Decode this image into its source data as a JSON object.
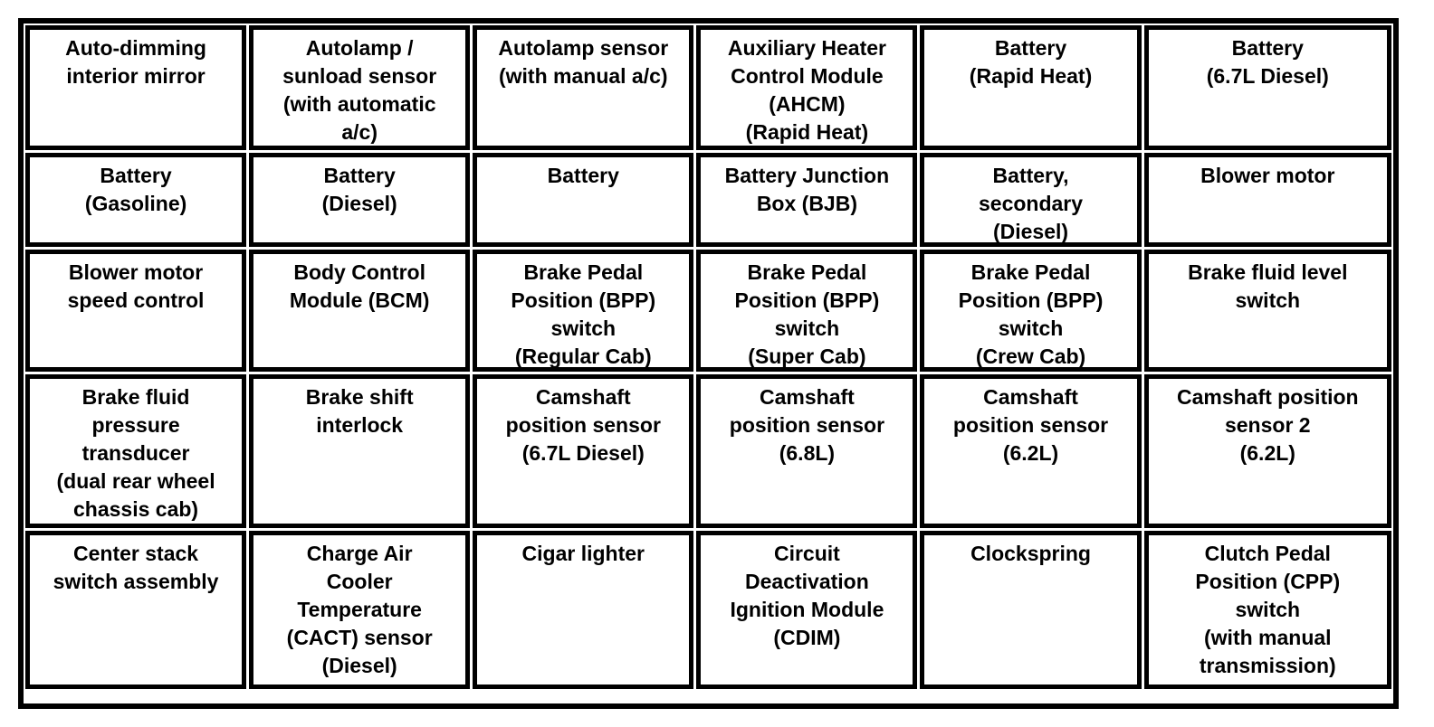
{
  "colors": {
    "background": "#ffffff",
    "border": "#000000",
    "text": "#000000"
  },
  "grid": {
    "columns": 6,
    "rows": [
      {
        "cells": [
          "Auto-dimming\ninterior mirror",
          "Autolamp /\nsunload sensor\n(with automatic\na/c)",
          "Autolamp sensor\n(with manual a/c)",
          "Auxiliary Heater\nControl Module\n(AHCM)\n(Rapid Heat)",
          "Battery\n(Rapid Heat)",
          "Battery\n(6.7L Diesel)"
        ]
      },
      {
        "cells": [
          "Battery\n(Gasoline)",
          "Battery\n(Diesel)",
          "Battery",
          "Battery Junction\nBox (BJB)",
          "Battery,\nsecondary\n(Diesel)",
          "Blower motor"
        ]
      },
      {
        "cells": [
          "Blower motor\nspeed control",
          "Body Control\nModule (BCM)",
          "Brake Pedal\nPosition (BPP)\nswitch\n(Regular Cab)",
          "Brake Pedal\nPosition (BPP)\nswitch\n(Super Cab)",
          "Brake Pedal\nPosition (BPP)\nswitch\n(Crew Cab)",
          "Brake fluid level\nswitch"
        ]
      },
      {
        "cells": [
          "Brake fluid\npressure\ntransducer\n(dual rear wheel\nchassis cab)",
          "Brake shift\ninterlock",
          "Camshaft\nposition sensor\n(6.7L Diesel)",
          "Camshaft\nposition sensor\n(6.8L)",
          "Camshaft\nposition sensor\n(6.2L)",
          "Camshaft position\nsensor 2\n(6.2L)"
        ]
      },
      {
        "cells": [
          "Center stack\nswitch assembly",
          "Charge Air\nCooler\nTemperature\n(CACT) sensor\n(Diesel)",
          "Cigar lighter",
          "Circuit\nDeactivation\nIgnition Module\n(CDIM)",
          "Clockspring",
          "Clutch Pedal\nPosition (CPP)\nswitch\n(with manual\ntransmission)"
        ]
      }
    ]
  }
}
